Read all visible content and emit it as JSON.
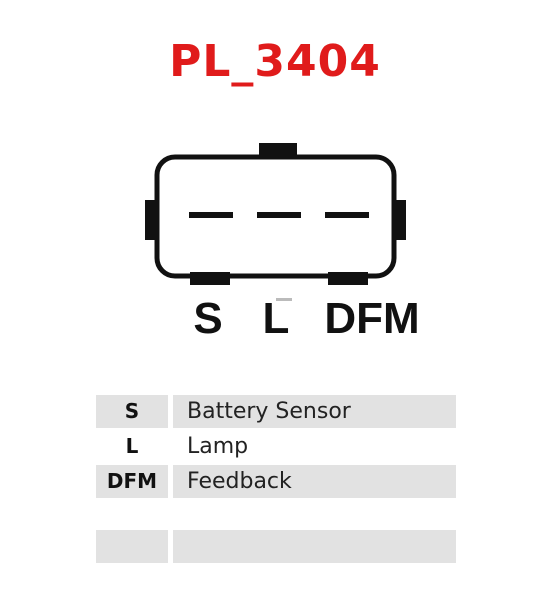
{
  "title": "PL_3404",
  "colors": {
    "title": "#e01b1b",
    "outline": "#111111",
    "row_shade": "#e2e2e2"
  },
  "pins": [
    "S",
    "L",
    "DFM"
  ],
  "legend": [
    {
      "code": "S",
      "description": "Battery Sensor",
      "shaded": true
    },
    {
      "code": "L",
      "description": "Lamp",
      "shaded": false
    },
    {
      "code": "DFM",
      "description": "Feedback",
      "shaded": true
    }
  ],
  "blank_row": {
    "code": "",
    "description": ""
  }
}
